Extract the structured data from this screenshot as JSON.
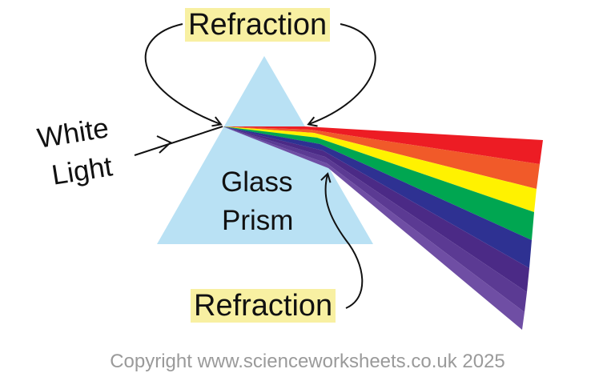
{
  "labels": {
    "top_refraction": "Refraction",
    "bottom_refraction": "Refraction",
    "white_line1": "White",
    "white_line2": "Light",
    "glass_line1": "Glass",
    "glass_line2": "Prism",
    "copyright": "Copyright www.scienceworksheets.co.uk 2025"
  },
  "colors": {
    "prism_fill": "#b9e1f4",
    "highlight": "#f8f0a2",
    "copyright": "#9a9a9a",
    "spectrum": [
      "#ed1c24",
      "#f15a29",
      "#fff200",
      "#00a651",
      "#2e3192",
      "#4b2a86",
      "#5b3a93",
      "#6f4ea4"
    ]
  }
}
